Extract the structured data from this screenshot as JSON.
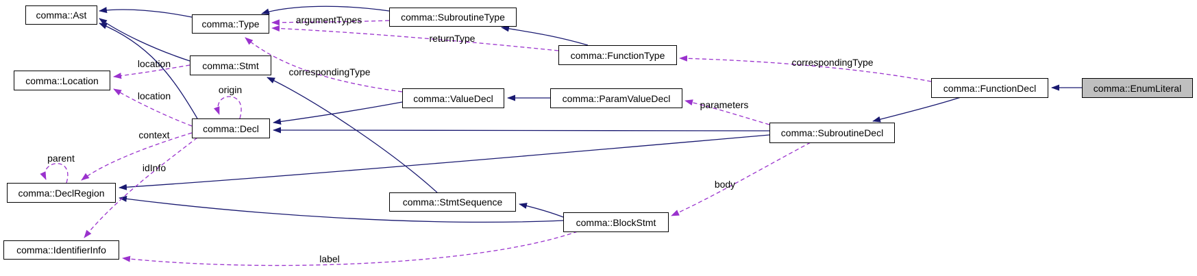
{
  "diagram": {
    "kind": "class-collaboration-graph",
    "highlighted_node": "comma::EnumLiteral",
    "colors": {
      "background": "#ffffff",
      "node_fill": "#ffffff",
      "node_border": "#000000",
      "highlight_fill": "#bfbfbf",
      "inheritance_edge": "#191970",
      "usage_edge": "#9a32cd",
      "text": "#000000"
    },
    "nodes": {
      "ast": {
        "label": "comma::Ast"
      },
      "type": {
        "label": "comma::Type"
      },
      "subroutine_type": {
        "label": "comma::SubroutineType"
      },
      "function_type": {
        "label": "comma::FunctionType"
      },
      "location": {
        "label": "comma::Location"
      },
      "stmt": {
        "label": "comma::Stmt"
      },
      "value_decl": {
        "label": "comma::ValueDecl"
      },
      "param_value_decl": {
        "label": "comma::ParamValueDecl"
      },
      "decl": {
        "label": "comma::Decl"
      },
      "subroutine_decl": {
        "label": "comma::SubroutineDecl"
      },
      "function_decl": {
        "label": "comma::FunctionDecl"
      },
      "enum_literal": {
        "label": "comma::EnumLiteral"
      },
      "decl_region": {
        "label": "comma::DeclRegion"
      },
      "stmt_sequence": {
        "label": "comma::StmtSequence"
      },
      "block_stmt": {
        "label": "comma::BlockStmt"
      },
      "identifier_info": {
        "label": "comma::IdentifierInfo"
      }
    },
    "edge_labels": {
      "argument_types": "argumentTypes",
      "return_type": "returnType",
      "corresponding_type_to_type": "correspondingType",
      "corresponding_type_to_functiontype": "correspondingType",
      "location_from_stmt": "location",
      "location_from_decl": "location",
      "origin": "origin",
      "context": "context",
      "parent": "parent",
      "id_info": "idInfo",
      "parameters": "parameters",
      "body": "body",
      "label": "label"
    },
    "edges": [
      {
        "from": "comma::Type",
        "to": "comma::Ast",
        "kind": "inheritance"
      },
      {
        "from": "comma::Stmt",
        "to": "comma::Ast",
        "kind": "inheritance"
      },
      {
        "from": "comma::Decl",
        "to": "comma::Ast",
        "kind": "inheritance"
      },
      {
        "from": "comma::SubroutineType",
        "to": "comma::Type",
        "kind": "inheritance"
      },
      {
        "from": "comma::FunctionType",
        "to": "comma::SubroutineType",
        "kind": "inheritance"
      },
      {
        "from": "comma::ParamValueDecl",
        "to": "comma::ValueDecl",
        "kind": "inheritance"
      },
      {
        "from": "comma::ValueDecl",
        "to": "comma::Decl",
        "kind": "inheritance"
      },
      {
        "from": "comma::SubroutineDecl",
        "to": "comma::Decl",
        "kind": "inheritance"
      },
      {
        "from": "comma::SubroutineDecl",
        "to": "comma::DeclRegion",
        "kind": "inheritance"
      },
      {
        "from": "comma::BlockStmt",
        "to": "comma::DeclRegion",
        "kind": "inheritance"
      },
      {
        "from": "comma::FunctionDecl",
        "to": "comma::SubroutineDecl",
        "kind": "inheritance"
      },
      {
        "from": "comma::EnumLiteral",
        "to": "comma::FunctionDecl",
        "kind": "inheritance"
      },
      {
        "from": "comma::StmtSequence",
        "to": "comma::Stmt",
        "kind": "inheritance"
      },
      {
        "from": "comma::BlockStmt",
        "to": "comma::StmtSequence",
        "kind": "inheritance"
      },
      {
        "from": "comma::Stmt",
        "to": "comma::Location",
        "kind": "usage",
        "label": "location"
      },
      {
        "from": "comma::Decl",
        "to": "comma::Location",
        "kind": "usage",
        "label": "location"
      },
      {
        "from": "comma::Decl",
        "to": "comma::Decl",
        "kind": "usage",
        "label": "origin"
      },
      {
        "from": "comma::Decl",
        "to": "comma::DeclRegion",
        "kind": "usage",
        "label": "context"
      },
      {
        "from": "comma::DeclRegion",
        "to": "comma::DeclRegion",
        "kind": "usage",
        "label": "parent"
      },
      {
        "from": "comma::Decl",
        "to": "comma::IdentifierInfo",
        "kind": "usage",
        "label": "idInfo"
      },
      {
        "from": "comma::BlockStmt",
        "to": "comma::IdentifierInfo",
        "kind": "usage",
        "label": "label"
      },
      {
        "from": "comma::SubroutineDecl",
        "to": "comma::BlockStmt",
        "kind": "usage",
        "label": "body"
      },
      {
        "from": "comma::SubroutineDecl",
        "to": "comma::ParamValueDecl",
        "kind": "usage",
        "label": "parameters"
      },
      {
        "from": "comma::FunctionDecl",
        "to": "comma::FunctionType",
        "kind": "usage",
        "label": "correspondingType"
      },
      {
        "from": "comma::SubroutineType",
        "to": "comma::Type",
        "kind": "usage",
        "label": "argumentTypes"
      },
      {
        "from": "comma::FunctionType",
        "to": "comma::Type",
        "kind": "usage",
        "label": "returnType"
      },
      {
        "from": "comma::ValueDecl",
        "to": "comma::Type",
        "kind": "usage",
        "label": "correspondingType"
      }
    ]
  }
}
